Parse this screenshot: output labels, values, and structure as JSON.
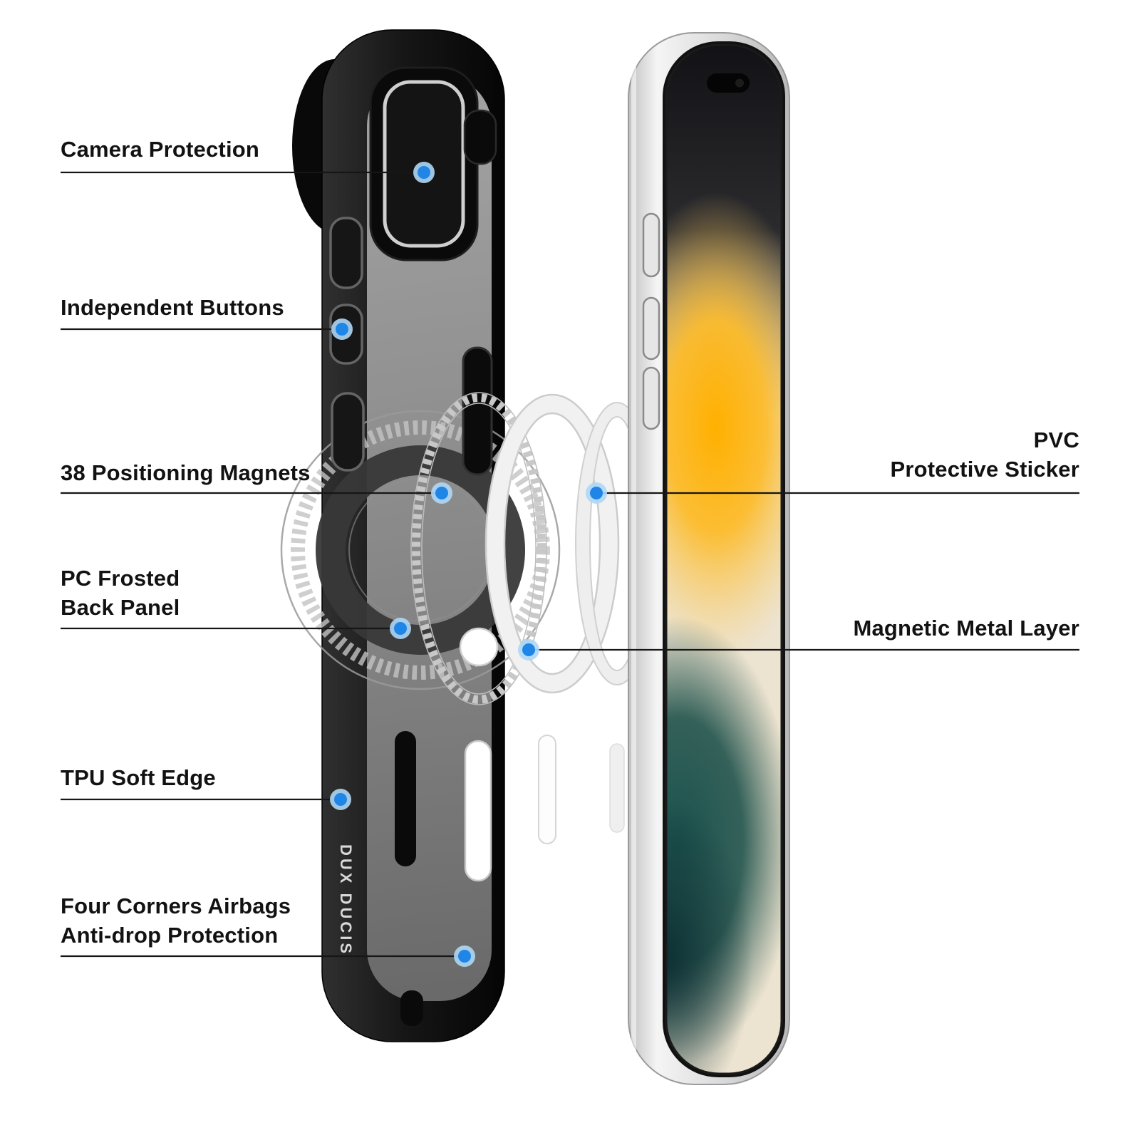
{
  "colors": {
    "accent_dot": "#1f86e8",
    "accent_dot_halo": "#aed7f6",
    "leader_line": "#161616",
    "text": "#121212",
    "background": "#ffffff"
  },
  "illustration": {
    "brand_text": "DUX DUCIS"
  },
  "callouts": {
    "left": [
      {
        "label": "Camera Protection"
      },
      {
        "label": "Independent Buttons"
      },
      {
        "label": "38 Positioning Magnets"
      },
      {
        "label": "PC Frosted\nBack Panel"
      },
      {
        "label": "TPU Soft Edge"
      },
      {
        "label": "Four Corners Airbags\nAnti-drop Protection"
      }
    ],
    "right": [
      {
        "label": "PVC\nProtective Sticker"
      },
      {
        "label": "Magnetic Metal Layer"
      }
    ]
  }
}
